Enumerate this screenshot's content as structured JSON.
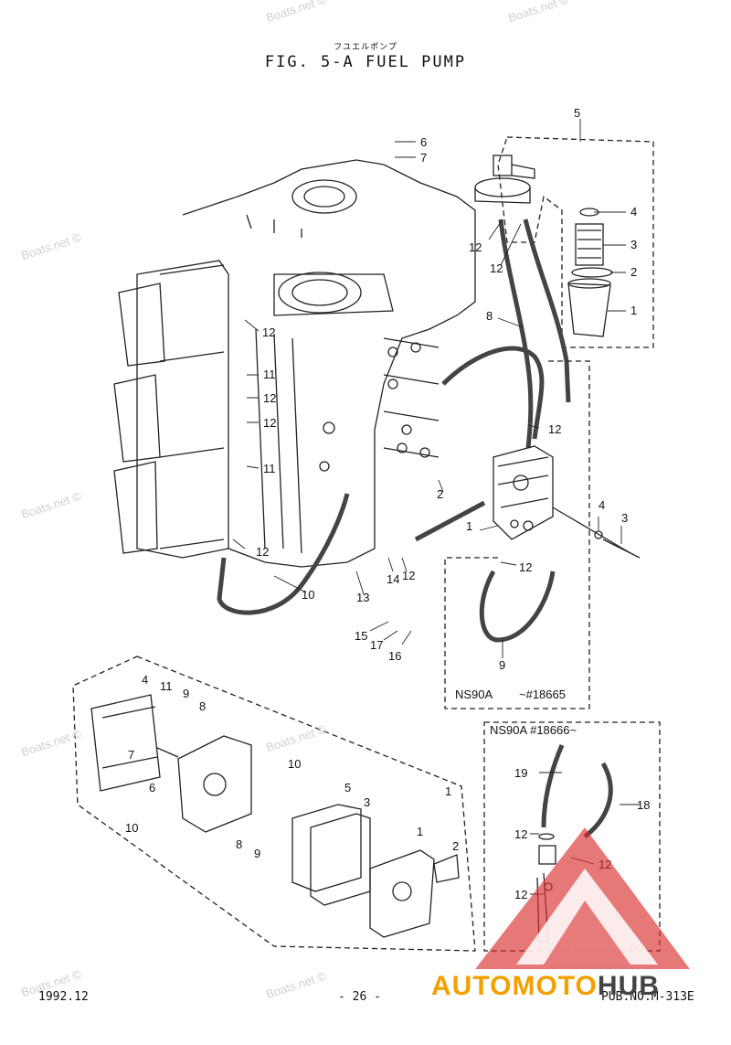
{
  "page": {
    "subtitle_kana": "フユエルポンプ",
    "title": "FIG.  5-A FUEL PUMP",
    "date": "1992.12",
    "page_number": "- 26 -",
    "pub_no": "PUB.NO.M-313E"
  },
  "watermark": {
    "text": "Boats.net ©"
  },
  "brand": {
    "part1": "AUTOMOTO",
    "part2": "HUB",
    "color1": "#f3a000",
    "color2": "#444444"
  },
  "callouts": [
    {
      "id": "c6",
      "text": "6"
    },
    {
      "id": "c7",
      "text": "7"
    },
    {
      "id": "c5",
      "text": "5"
    },
    {
      "id": "c4a",
      "text": "4"
    },
    {
      "id": "c3a",
      "text": "3"
    },
    {
      "id": "c2a",
      "text": "2"
    },
    {
      "id": "c1a",
      "text": "1"
    },
    {
      "id": "c12a",
      "text": "12"
    },
    {
      "id": "c12b",
      "text": "12"
    },
    {
      "id": "c8",
      "text": "8"
    },
    {
      "id": "c12c",
      "text": "12"
    },
    {
      "id": "c11a",
      "text": "11"
    },
    {
      "id": "c12d",
      "text": "12"
    },
    {
      "id": "c12e",
      "text": "12"
    },
    {
      "id": "c11b",
      "text": "11"
    },
    {
      "id": "c12f",
      "text": "12"
    },
    {
      "id": "c12g",
      "text": "12"
    },
    {
      "id": "c2b",
      "text": "2"
    },
    {
      "id": "c1b",
      "text": "1"
    },
    {
      "id": "c4b",
      "text": "4"
    },
    {
      "id": "c3b",
      "text": "3"
    },
    {
      "id": "c12h",
      "text": "12"
    },
    {
      "id": "c10a",
      "text": "10"
    },
    {
      "id": "c14",
      "text": "14"
    },
    {
      "id": "c12i",
      "text": "12"
    },
    {
      "id": "c13",
      "text": "13"
    },
    {
      "id": "c15",
      "text": "15"
    },
    {
      "id": "c17",
      "text": "17"
    },
    {
      "id": "c16",
      "text": "16"
    },
    {
      "id": "c9a",
      "text": "9"
    },
    {
      "id": "c4c",
      "text": "4"
    },
    {
      "id": "c11c",
      "text": "11"
    },
    {
      "id": "c9b",
      "text": "9"
    },
    {
      "id": "c8b",
      "text": "8"
    },
    {
      "id": "c7b",
      "text": "7"
    },
    {
      "id": "c6b",
      "text": "6"
    },
    {
      "id": "c10b",
      "text": "10"
    },
    {
      "id": "c10c",
      "text": "10"
    },
    {
      "id": "c8c",
      "text": "8"
    },
    {
      "id": "c9c",
      "text": "9"
    },
    {
      "id": "c5b",
      "text": "5"
    },
    {
      "id": "c3c",
      "text": "3"
    },
    {
      "id": "c1c",
      "text": "1"
    },
    {
      "id": "c1d",
      "text": "1"
    },
    {
      "id": "c2c",
      "text": "2"
    },
    {
      "id": "c19",
      "text": "19"
    },
    {
      "id": "c18",
      "text": "18"
    },
    {
      "id": "c12j",
      "text": "12"
    },
    {
      "id": "c12k",
      "text": "12"
    },
    {
      "id": "c12l",
      "text": "12"
    }
  ],
  "notes": {
    "ns90a_early": "NS90A",
    "ns90a_early_serial": "~#18665",
    "ns90a_late": "NS90A  #18666~"
  }
}
